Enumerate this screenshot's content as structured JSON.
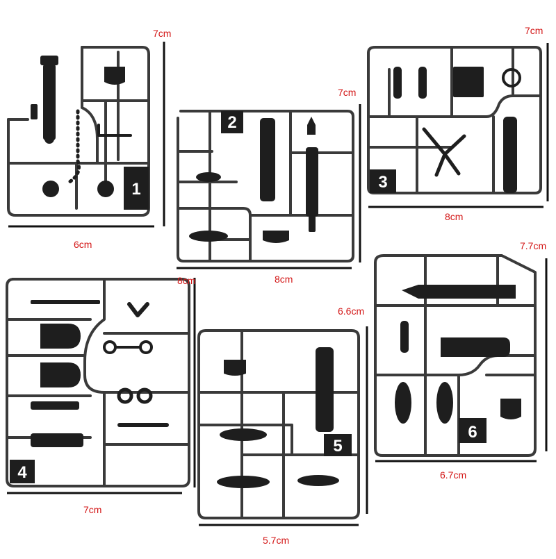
{
  "colors": {
    "plastic": "#3a3a3a",
    "plastic_dark": "#1e1e1e",
    "dimension_line": "#111111",
    "dimension_text": "#d31616",
    "tile_text": "#ffffff"
  },
  "sprues": [
    {
      "id": "1",
      "tile": "1",
      "width_label": "6cm",
      "height_label": "7cm"
    },
    {
      "id": "2",
      "tile": "2",
      "width_label": "8cm",
      "height_label": "7cm"
    },
    {
      "id": "3",
      "tile": "3",
      "width_label": "8cm",
      "height_label": "7cm"
    },
    {
      "id": "4",
      "tile": "4",
      "width_label": "7cm",
      "height_label": "8cm"
    },
    {
      "id": "5",
      "tile": "5",
      "width_label": "5.7cm",
      "height_label": "6.6cm"
    },
    {
      "id": "6",
      "tile": "6",
      "width_label": "6.7cm",
      "height_label": "7.7cm"
    }
  ],
  "icons": [
    "gun-part-icon",
    "barrel-icon",
    "grenade-icon",
    "rocket-icon",
    "holster-icon",
    "knife-icon",
    "binoculars-icon",
    "handcuffs-icon",
    "magazine-icon",
    "tripod-icon",
    "scope-icon",
    "pouch-icon"
  ]
}
